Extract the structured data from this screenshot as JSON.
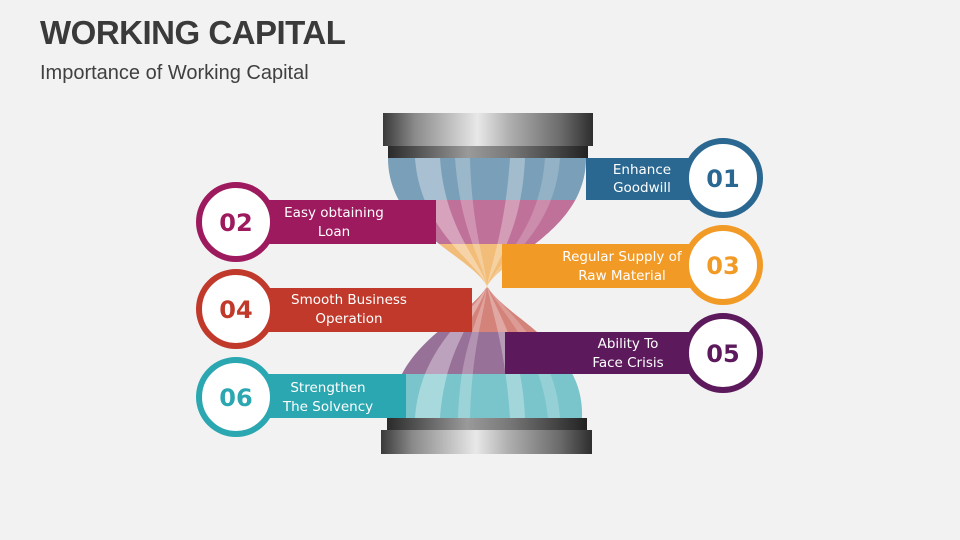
{
  "header": {
    "title": "WORKING CAPITAL",
    "subtitle": "Importance of Working Capital"
  },
  "items": [
    {
      "number": "01",
      "line1": "Enhance",
      "line2": "Goodwill",
      "color": "#2a6891"
    },
    {
      "number": "02",
      "line1": "Easy obtaining",
      "line2": "Loan",
      "color": "#9e1a5e"
    },
    {
      "number": "03",
      "line1": "Regular Supply of",
      "line2": "Raw Material",
      "color": "#f29a26"
    },
    {
      "number": "04",
      "line1": "Smooth Business",
      "line2": "Operation",
      "color": "#c0392b"
    },
    {
      "number": "05",
      "line1": "Ability To",
      "line2": "Face Crisis",
      "color": "#5c1a5c"
    },
    {
      "number": "06",
      "line1": "Strengthen",
      "line2": "The Solvency",
      "color": "#2aa7b0"
    }
  ]
}
